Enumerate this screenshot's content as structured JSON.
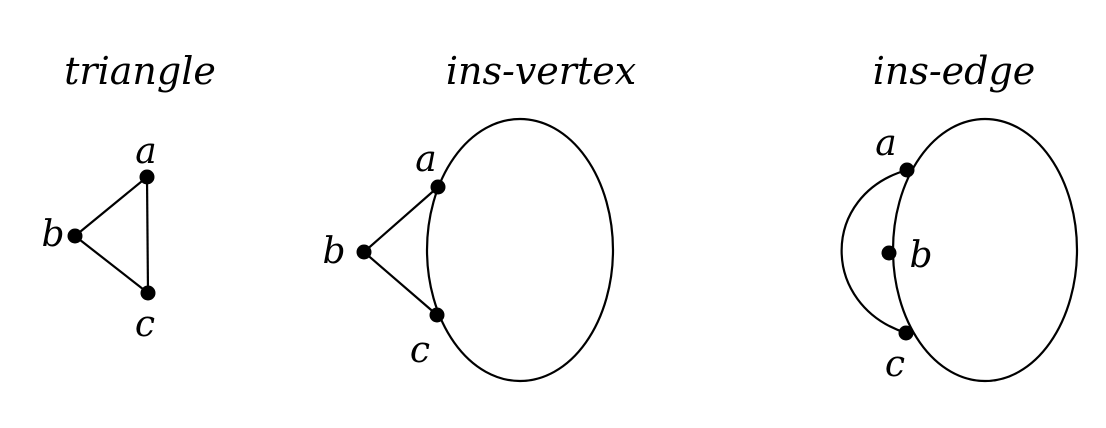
{
  "panels": [
    {
      "title": "triangle",
      "vertices": [
        {
          "label": "a"
        },
        {
          "label": "b"
        },
        {
          "label": "c"
        }
      ]
    },
    {
      "title": "ins-vertex",
      "vertices": [
        {
          "label": "a"
        },
        {
          "label": "b"
        },
        {
          "label": "c"
        }
      ]
    },
    {
      "title": "ins-edge",
      "vertices": [
        {
          "label": "a"
        },
        {
          "label": "b"
        },
        {
          "label": "c"
        }
      ]
    }
  ]
}
